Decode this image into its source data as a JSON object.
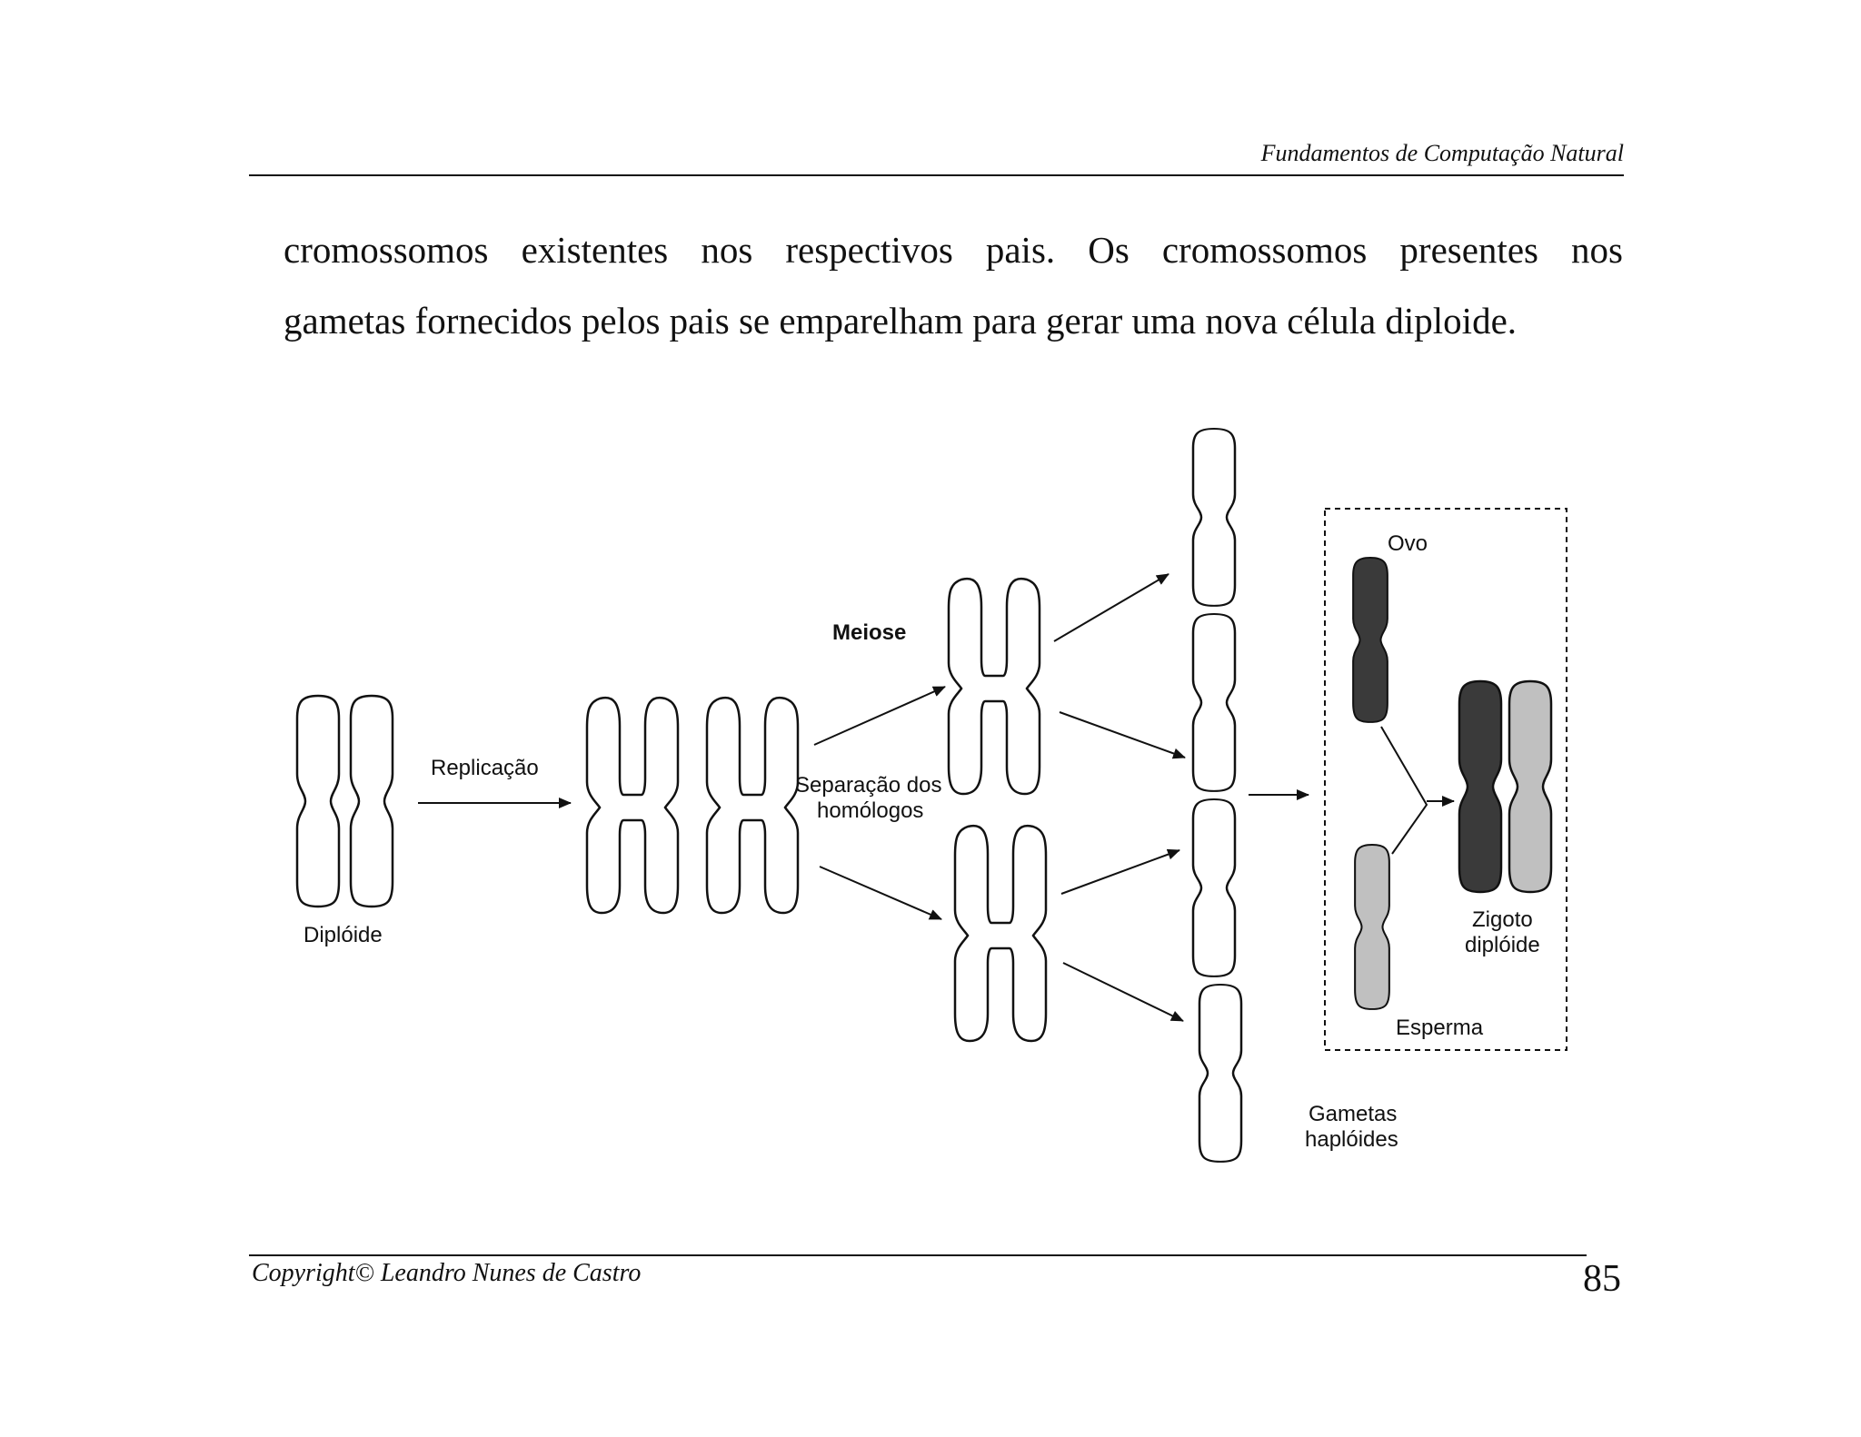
{
  "header": {
    "title": "Fundamentos de Computação Natural"
  },
  "body": {
    "line1": "cromossomos existentes nos respectivos pais. Os cromossomos presentes nos",
    "line2": "gametas fornecidos pelos pais se emparelham para gerar uma nova célula diploide."
  },
  "figure": {
    "labels": {
      "diploid": "Diplóide",
      "replication": "Replicação",
      "meiosis": "Meiose",
      "separation_line1": "Separação dos",
      "separation_line2": "homólogos",
      "gametes_line1": "Gametas",
      "gametes_line2": "haplóides",
      "egg": "Ovo",
      "sperm": "Esperma",
      "zygote_line1": "Zigoto",
      "zygote_line2": "diplóide"
    },
    "colors": {
      "dark_chromosome": "#3a3a3a",
      "light_chromosome": "#c0c0c0",
      "outline": "#111111"
    }
  },
  "footer": {
    "copyright": "Copyright© Leandro Nunes de Castro",
    "page_number": "85"
  }
}
